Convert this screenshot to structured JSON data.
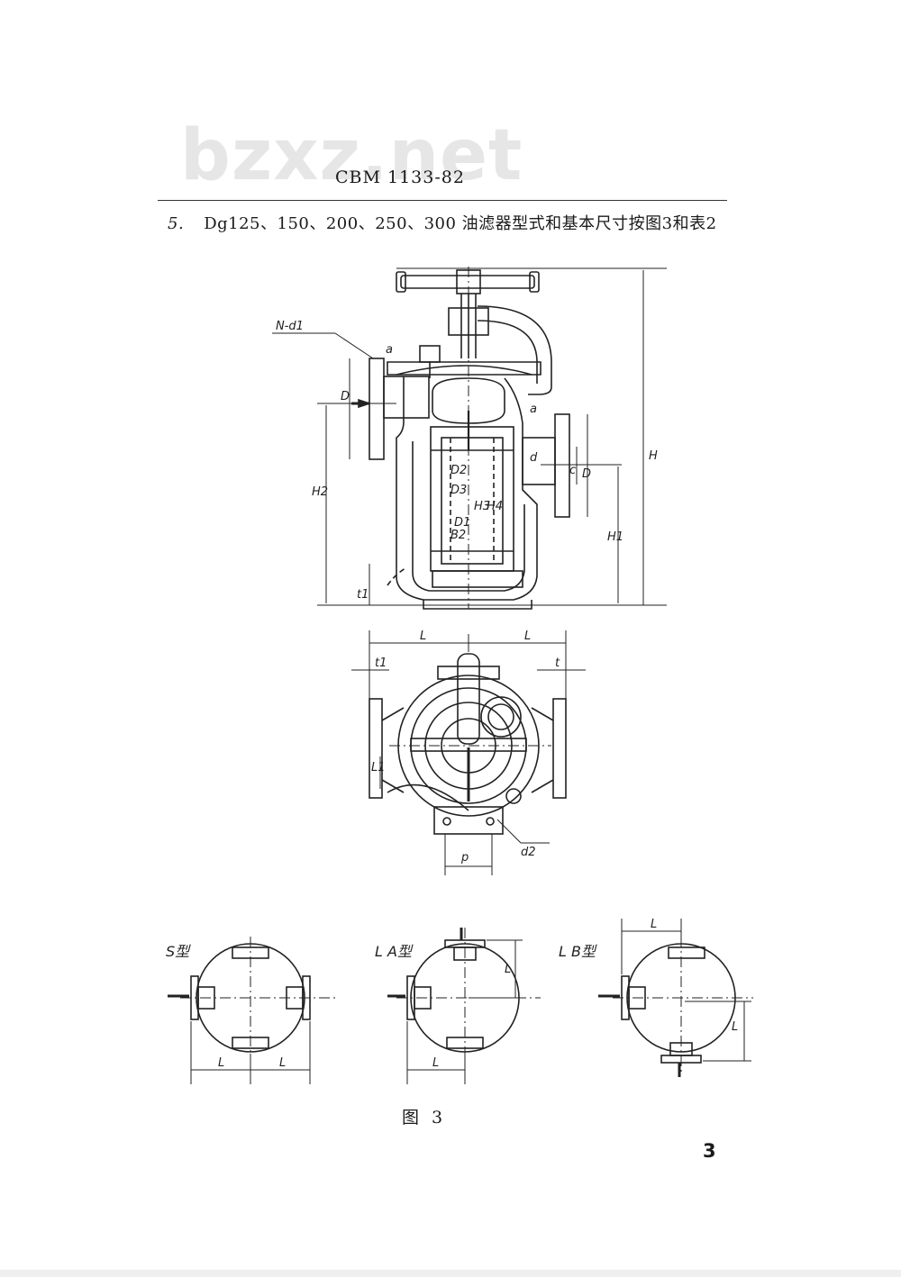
{
  "watermark": "bzxz.net",
  "header": {
    "standard_number": "CBM 1133-82"
  },
  "section": {
    "number": "5.",
    "text": "Dg125、150、200、250、300 油滤器型式和基本尺寸按图3和表2"
  },
  "labels": {
    "n_d1": "N-d1",
    "a_top": "a",
    "D_left": "D",
    "d_right": "d",
    "a_right": "a",
    "c": "c",
    "D_right": "D",
    "H": "H",
    "H1": "H1",
    "H2": "H2",
    "H3": "H3",
    "H4": "H4",
    "D1": "D1",
    "D2": "D2",
    "D3": "D3",
    "B2": "B2",
    "t1": "t1",
    "L_left": "L",
    "L_right": "L",
    "t1_plan": "t1",
    "t_plan": "t",
    "L1": "L1",
    "p": "p",
    "d2": "d2"
  },
  "types": {
    "s_label": "S型",
    "s_L_left": "L",
    "s_L_right": "L",
    "la_label": "L A型",
    "la_L_vert": "L",
    "la_L_horiz": "L",
    "lb_label": "L B型",
    "lb_L_horiz": "L",
    "lb_L_vert": "L"
  },
  "figure_caption": "图 3",
  "page_number": "3"
}
